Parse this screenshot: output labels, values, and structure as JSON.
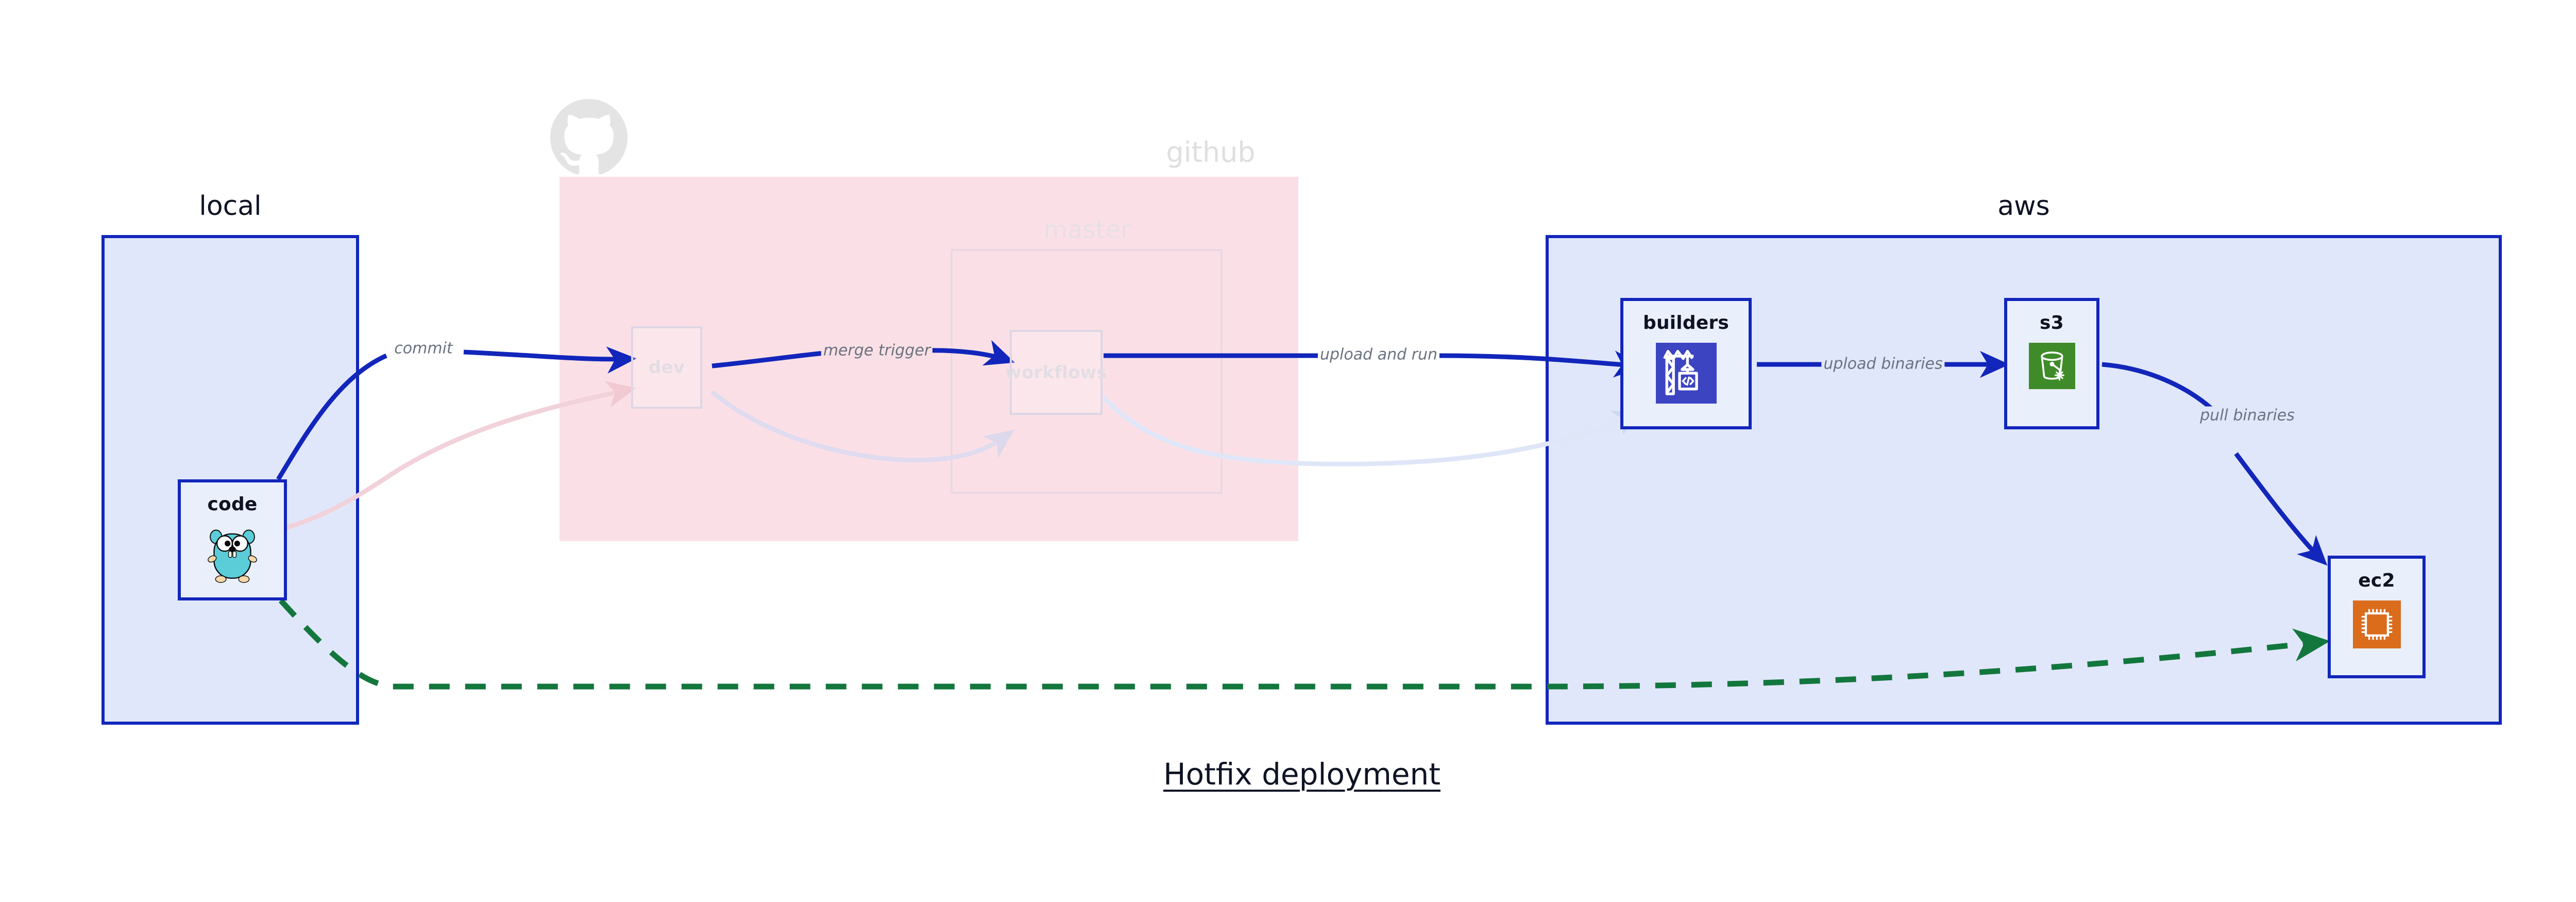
{
  "diagram": {
    "title": "Hotfix deployment",
    "background": "#ffffff",
    "accent_blue": "#1226bb",
    "cluster_blue_fill": "#e1e7fb",
    "cluster_pink_fill": "#fae0e6",
    "node_fill": "#eaeffc",
    "edge_green": "#13773d",
    "label_gray": "#6b7280",
    "faded_gray": "#dfdfe0"
  },
  "clusters": [
    {
      "id": "local",
      "label": "local",
      "faded": false
    },
    {
      "id": "github",
      "label": "github",
      "faded": true
    },
    {
      "id": "master",
      "label": "master",
      "faded": true
    },
    {
      "id": "aws",
      "label": "aws",
      "faded": false
    }
  ],
  "nodes": [
    {
      "id": "code",
      "label": "code",
      "icon": "go-gopher-icon",
      "faded": false
    },
    {
      "id": "dev",
      "label": "dev",
      "icon": "none",
      "faded": true
    },
    {
      "id": "workflows",
      "label": "workflows",
      "icon": "none",
      "faded": true
    },
    {
      "id": "builders",
      "label": "builders",
      "icon": "aws-codebuild-icon",
      "faded": false
    },
    {
      "id": "s3",
      "label": "s3",
      "icon": "aws-s3-glacier-icon",
      "faded": false
    },
    {
      "id": "ec2",
      "label": "ec2",
      "icon": "aws-ec2-icon",
      "faded": false
    }
  ],
  "edges": [
    {
      "id": "code-dev",
      "label": "commit",
      "from": "code",
      "to": "dev",
      "style": "solid",
      "color": "#1226bb",
      "faded": false
    },
    {
      "id": "dev-workflows",
      "label": "merge trigger",
      "from": "dev",
      "to": "workflows",
      "style": "solid",
      "color": "#1226bb",
      "faded": false
    },
    {
      "id": "workflows-builders",
      "label": "upload and run",
      "from": "workflows",
      "to": "builders",
      "style": "solid",
      "color": "#1226bb",
      "faded": false
    },
    {
      "id": "builders-s3",
      "label": "upload binaries",
      "from": "builders",
      "to": "s3",
      "style": "solid",
      "color": "#1226bb",
      "faded": false
    },
    {
      "id": "s3-ec2",
      "label": "pull binaries",
      "from": "s3",
      "to": "ec2",
      "style": "solid",
      "color": "#1226bb",
      "faded": false
    },
    {
      "id": "code-ec2",
      "label": "",
      "from": "code",
      "to": "ec2",
      "style": "dashed",
      "color": "#13773d",
      "faded": false
    },
    {
      "id": "code-dev-ghost",
      "label": "",
      "from": "code",
      "to": "dev",
      "style": "solid",
      "color": "#f0c9d3",
      "faded": true
    },
    {
      "id": "dev-wf-ghost",
      "label": "",
      "from": "dev",
      "to": "workflows",
      "style": "solid",
      "color": "#ddd8ec",
      "faded": true
    },
    {
      "id": "wf-builders-ghost",
      "label": "",
      "from": "workflows",
      "to": "builders",
      "style": "solid",
      "color": "#dbe2f6",
      "faded": true
    }
  ],
  "icons": {
    "github_mark": "github-octocat-icon"
  }
}
